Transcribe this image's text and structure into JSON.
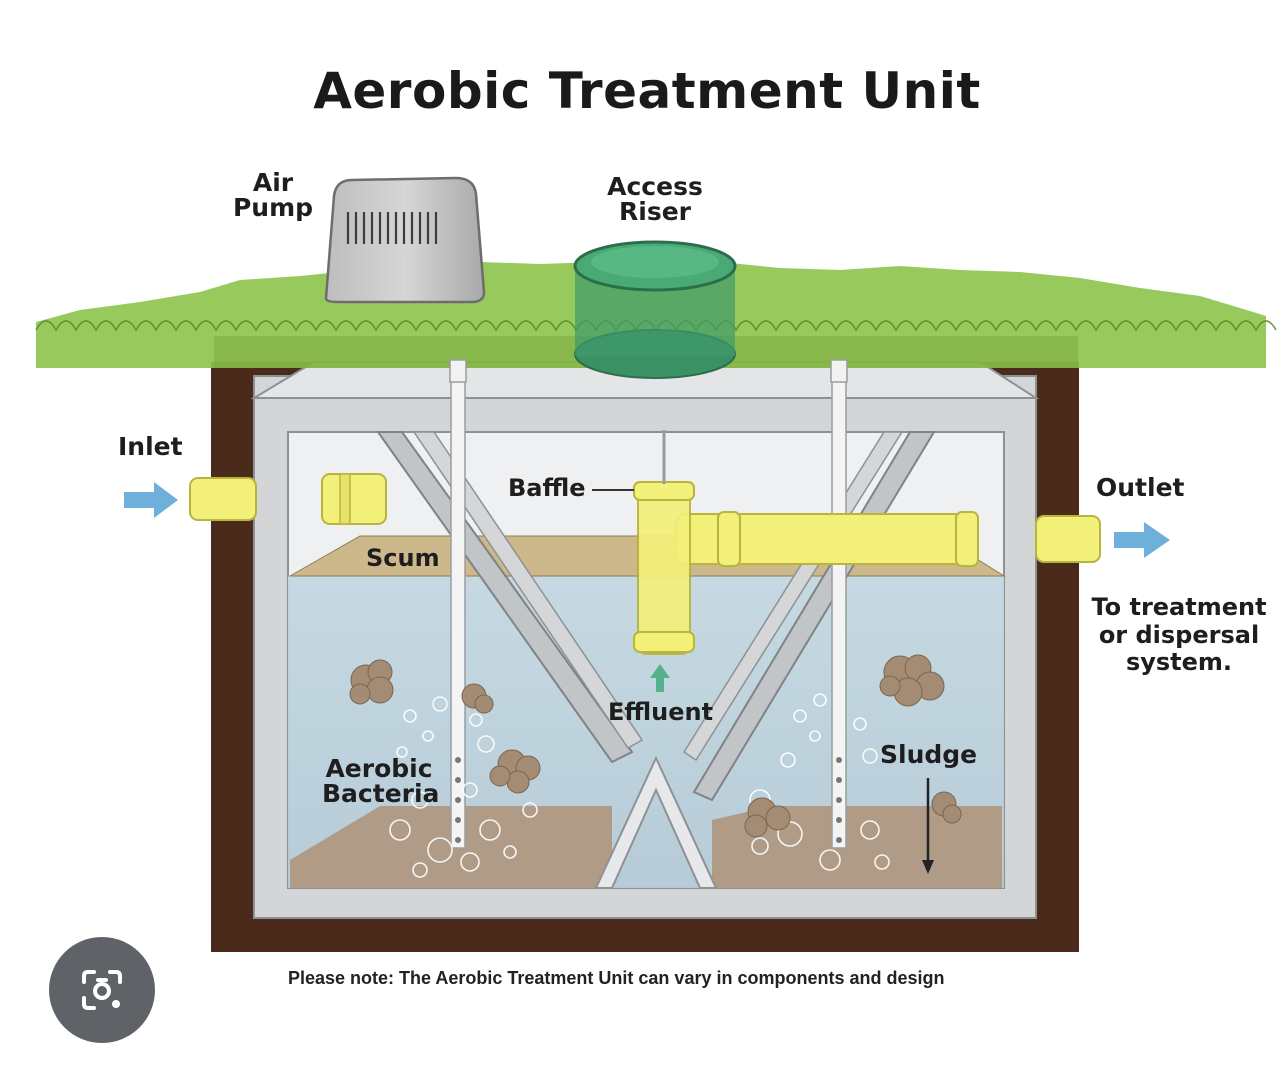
{
  "title": "Aerobic Treatment Unit",
  "labels": {
    "air_pump": [
      "Air",
      "Pump"
    ],
    "access_riser": [
      "Access",
      "Riser"
    ],
    "inlet": "Inlet",
    "outlet": "Outlet",
    "baffle": "Baffle",
    "scum": "Scum",
    "effluent": "Effluent",
    "aerobic_bacteria": [
      "Aerobic",
      "Bacteria"
    ],
    "sludge": "Sludge",
    "destination": [
      "To treatment",
      "or dispersal",
      "system."
    ]
  },
  "note": "Please note: The Aerobic Treatment Unit can vary in components and design",
  "overlay": {
    "icon": "lens-camera-icon"
  },
  "colors": {
    "grass": "#8dc34a",
    "soil": "#4a2a1a",
    "tank": "#cfd2d4",
    "water": "#bcd3de",
    "scum": "#c9b58a",
    "sludge": "#a89480",
    "pipe": "#f3f07a",
    "riser": "#3f9a6a",
    "arrow": "#6fb0da"
  }
}
